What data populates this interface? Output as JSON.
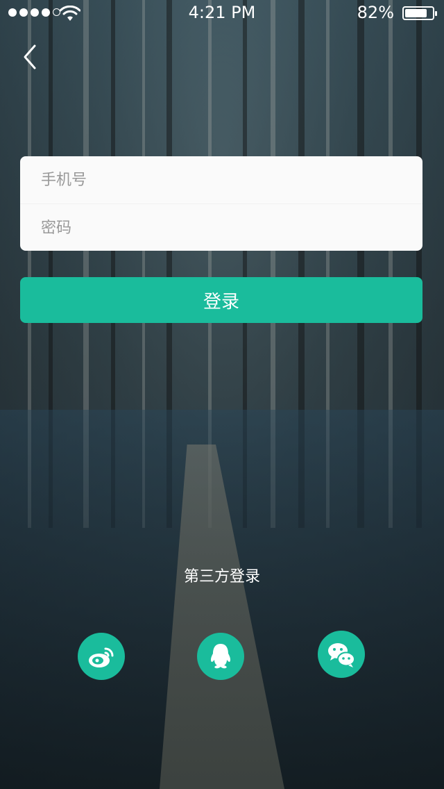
{
  "status_bar": {
    "time": "4:21 PM",
    "battery_percent": "82%",
    "battery_level": 0.82,
    "signal_bars_filled": 4,
    "signal_bars_total": 5
  },
  "nav": {
    "back_icon": "chevron-left-icon"
  },
  "form": {
    "phone_placeholder": "手机号",
    "password_placeholder": "密码",
    "background": "#fafafa",
    "divider_color": "#f0f0f0",
    "placeholder_color": "#999999"
  },
  "login_button": {
    "label": "登录",
    "color": "#1abc9c",
    "text_color": "#ffffff"
  },
  "third_party": {
    "label": "第三方登录",
    "providers": [
      {
        "name": "weibo",
        "icon": "weibo-icon"
      },
      {
        "name": "qq",
        "icon": "qq-icon"
      },
      {
        "name": "wechat",
        "icon": "wechat-icon"
      }
    ],
    "icon_bg": "#1abc9c"
  }
}
